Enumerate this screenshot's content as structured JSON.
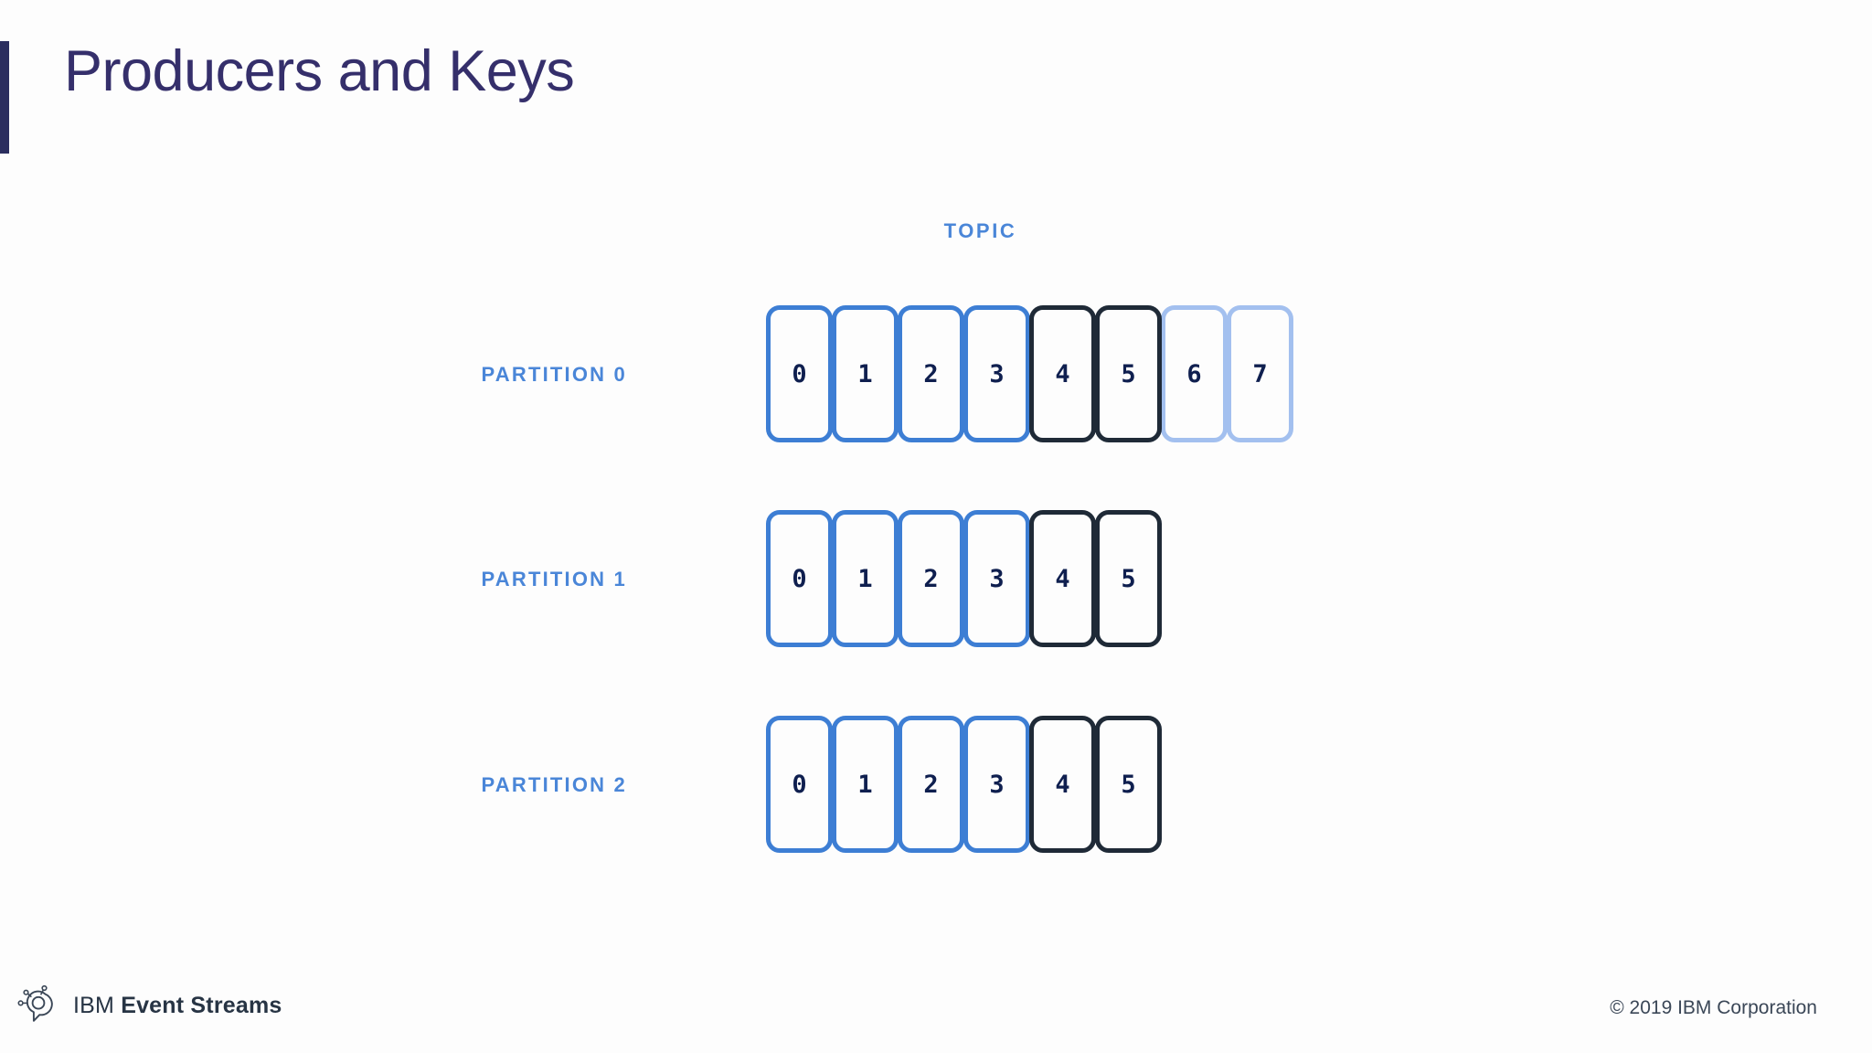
{
  "slide": {
    "title": "Producers and Keys",
    "accent_color": "#2b2e5f",
    "title_color": "#352f6b",
    "background": "#fdfdfd"
  },
  "diagram": {
    "topic_label": "TOPIC",
    "topic_color": "#4a86d8",
    "legend_colors": {
      "blue_border": "#3d7ed4",
      "dark_border": "#1f2a37",
      "light_border": "#a3c0ef",
      "number_color": "#0f1f4f"
    },
    "partitions": [
      {
        "label": "PARTITION 0",
        "cells": [
          {
            "value": "0",
            "style": "blue"
          },
          {
            "value": "1",
            "style": "blue"
          },
          {
            "value": "2",
            "style": "blue"
          },
          {
            "value": "3",
            "style": "blue"
          },
          {
            "value": "4",
            "style": "dark"
          },
          {
            "value": "5",
            "style": "dark"
          },
          {
            "value": "6",
            "style": "lightblue"
          },
          {
            "value": "7",
            "style": "lightblue"
          }
        ]
      },
      {
        "label": "PARTITION 1",
        "cells": [
          {
            "value": "0",
            "style": "blue"
          },
          {
            "value": "1",
            "style": "blue"
          },
          {
            "value": "2",
            "style": "blue"
          },
          {
            "value": "3",
            "style": "blue"
          },
          {
            "value": "4",
            "style": "dark"
          },
          {
            "value": "5",
            "style": "dark"
          }
        ]
      },
      {
        "label": "PARTITION 2",
        "cells": [
          {
            "value": "0",
            "style": "blue"
          },
          {
            "value": "1",
            "style": "blue"
          },
          {
            "value": "2",
            "style": "blue"
          },
          {
            "value": "3",
            "style": "blue"
          },
          {
            "value": "4",
            "style": "dark"
          },
          {
            "value": "5",
            "style": "dark"
          }
        ]
      }
    ]
  },
  "footer": {
    "logo_icon": "event-streams-pin-icon",
    "brand_prefix": "IBM",
    "brand_name": "Event Streams",
    "copyright": "© 2019 IBM Corporation"
  }
}
